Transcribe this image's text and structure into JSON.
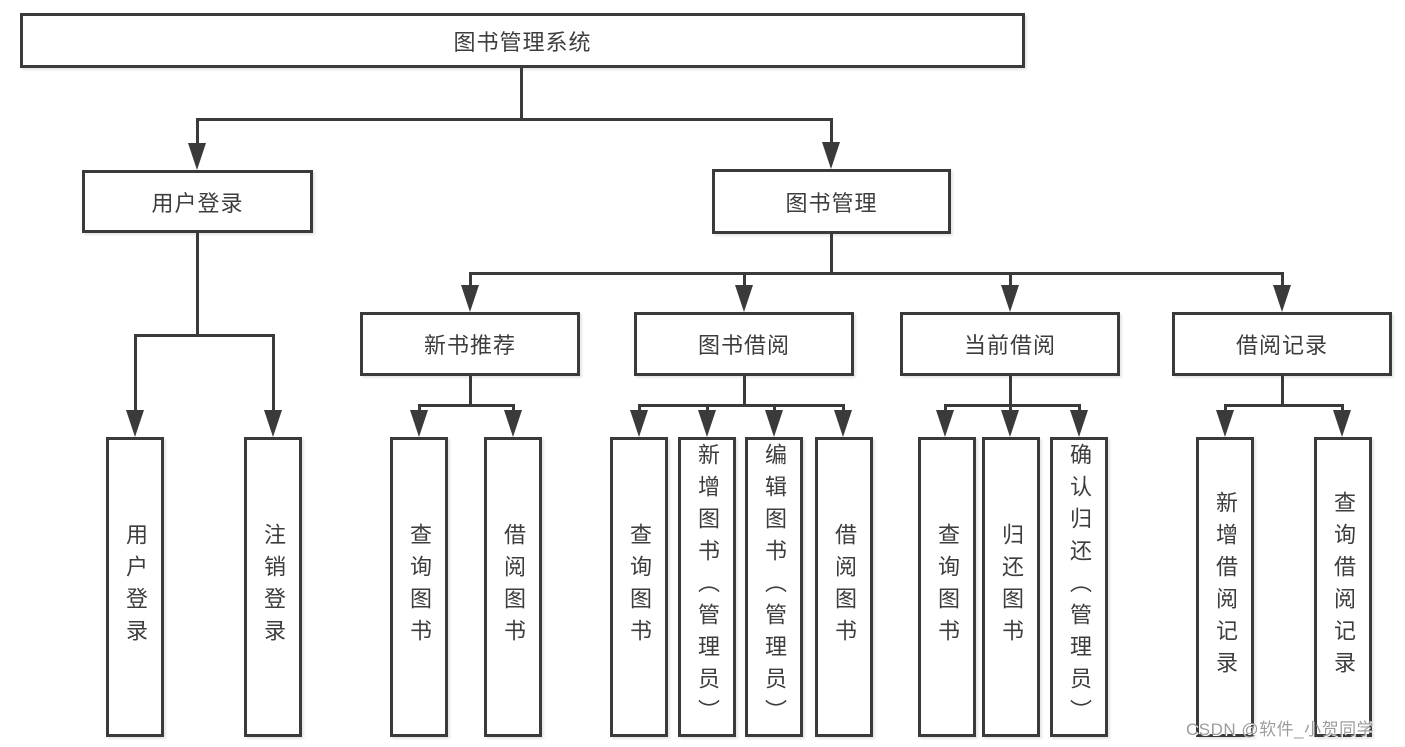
{
  "root": {
    "label": "图书管理系统"
  },
  "level2": [
    {
      "label": "用户登录",
      "children": [
        "用户登录",
        "注销登录"
      ]
    },
    {
      "label": "图书管理"
    }
  ],
  "level3": [
    {
      "label": "新书推荐",
      "children": [
        "查询图书",
        "借阅图书"
      ]
    },
    {
      "label": "图书借阅",
      "children": [
        "查询图书",
        "新增图书（管理员）",
        "编辑图书（管理员）",
        "借阅图书"
      ]
    },
    {
      "label": "当前借阅",
      "children": [
        "查询图书",
        "归还图书",
        "确认归还（管理员）"
      ]
    },
    {
      "label": "借阅记录",
      "children": [
        "新增借阅记录",
        "查询借阅记录"
      ]
    }
  ],
  "watermark": "CSDN @软件_小贺同学",
  "colors": {
    "line": "#3a3a3a",
    "text": "#3d3d3d",
    "watermark": "#9d9d9d",
    "background": "#ffffff"
  }
}
